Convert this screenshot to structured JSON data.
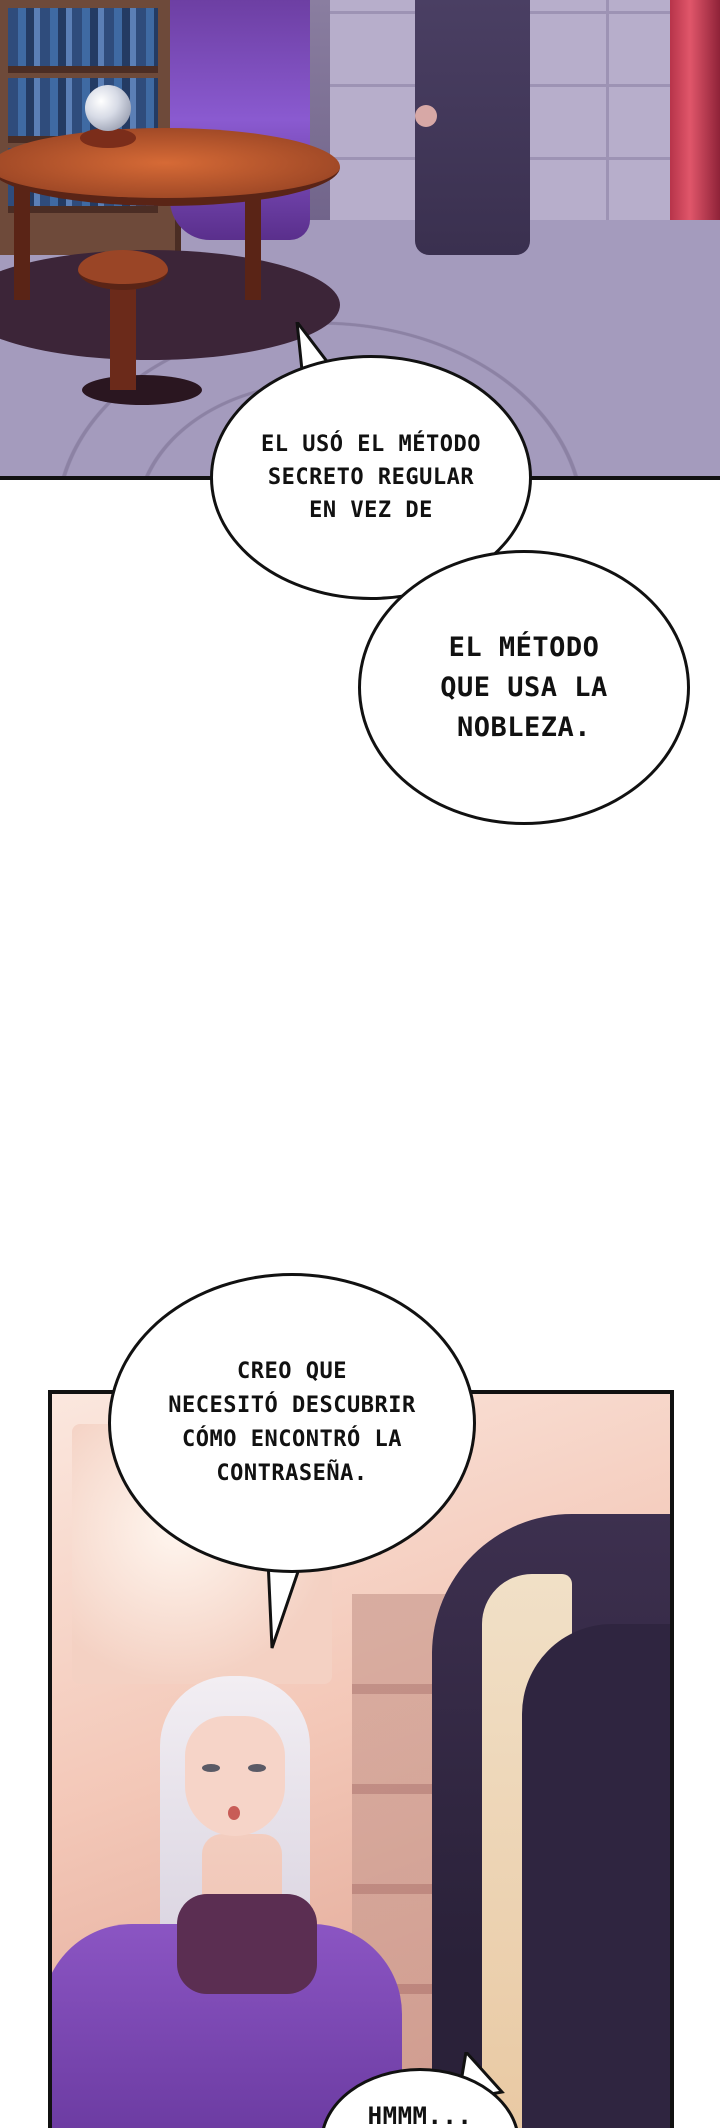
{
  "panels": [
    {
      "id": "panel-1",
      "bubbles": [
        {
          "id": "bubble-1",
          "text": "EL USÓ EL MÉTODO\nSECRETO REGULAR\nEN VEZ DE"
        },
        {
          "id": "bubble-2",
          "text": "EL MÉTODO\nQUE USA LA\nNOBLEZA."
        }
      ]
    },
    {
      "id": "panel-2",
      "bubbles": [
        {
          "id": "bubble-3",
          "text": "CREO QUE\nNECESITÓ DESCUBRIR\nCÓMO ENCONTRÓ LA\nCONTRASEÑA."
        },
        {
          "id": "bubble-4",
          "text": "HMMM..."
        }
      ]
    }
  ],
  "colors": {
    "bubble_fill": "#ffffff",
    "bubble_outline": "#111111",
    "purple_robe": "#8b55c3",
    "dark_robe": "#3d304f"
  }
}
